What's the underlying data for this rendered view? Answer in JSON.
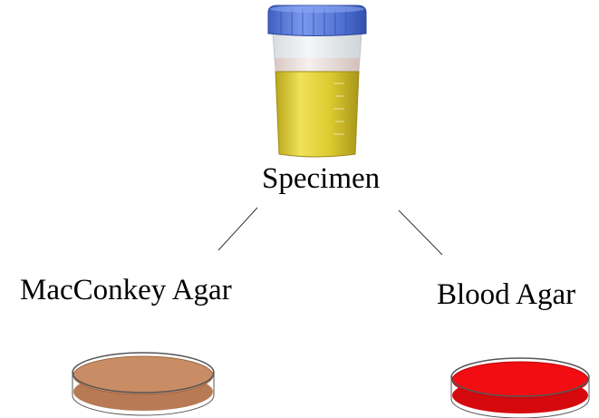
{
  "specimen": {
    "label": "Specimen"
  },
  "media": [
    {
      "label": "MacConkey Agar",
      "agar_color": "#c98d66"
    },
    {
      "label": "Blood Agar",
      "agar_color": "#f20d12"
    }
  ],
  "colors": {
    "cap": "#5577d6",
    "urine": "#d9c82c",
    "line": "#333333"
  }
}
